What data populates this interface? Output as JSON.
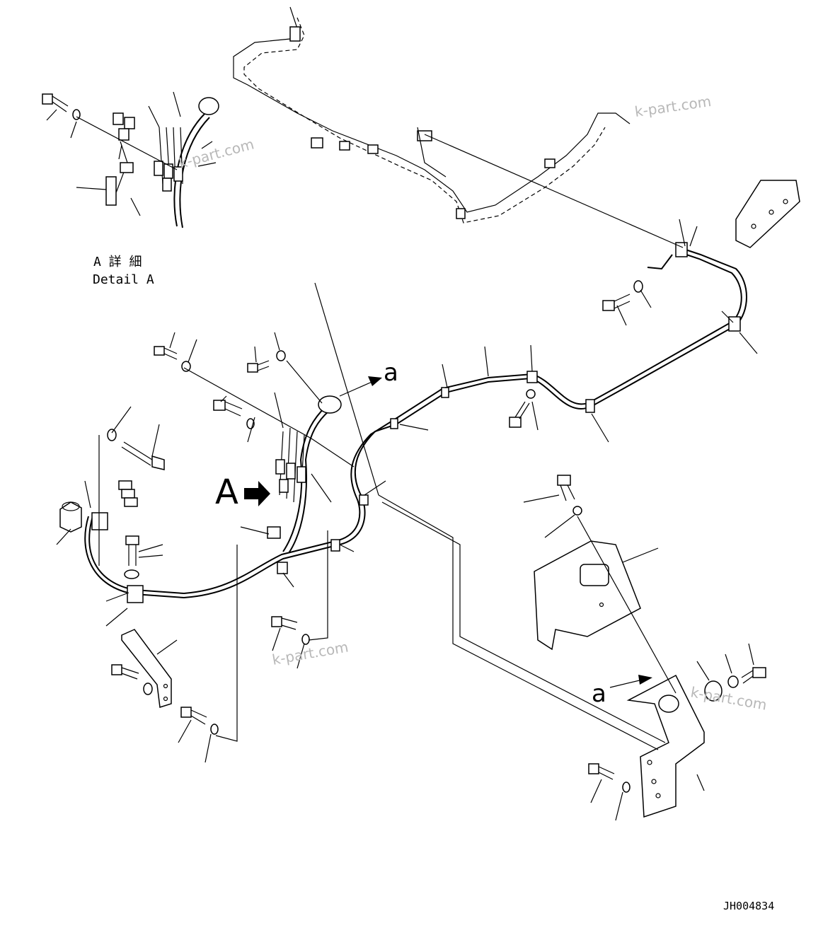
{
  "labels": {
    "detail_jp": "A 詳 細",
    "detail_en": "Detail A",
    "callout_big_a": "A",
    "callout_small_a_top": "a",
    "callout_small_a_bottom": "a",
    "drawing_number": "JH004834"
  },
  "watermarks": [
    "k-part.com",
    "k-part.com",
    "k-part.com",
    "k-part.com"
  ]
}
